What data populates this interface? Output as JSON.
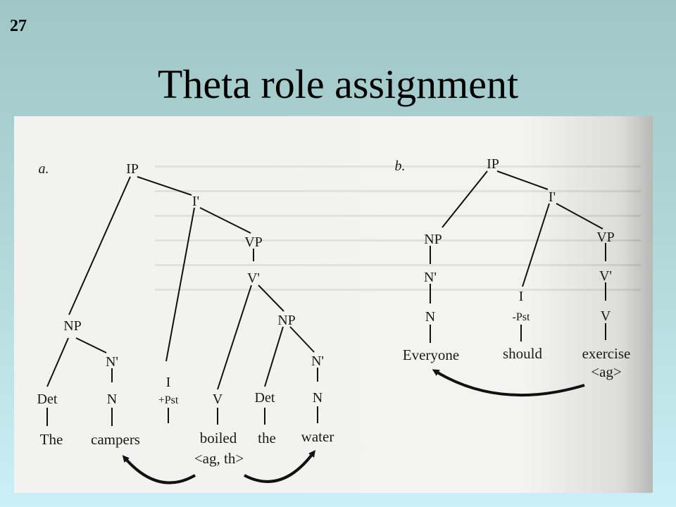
{
  "slide": {
    "number": "27",
    "title": "Theta role assignment"
  },
  "tree_a": {
    "label": "a.",
    "nodes": {
      "ip": "IP",
      "ibar": "I'",
      "vp": "VP",
      "vbar": "V'",
      "np_obj": "NP",
      "np_subj": "NP",
      "nbar_subj": "N'",
      "det_subj": "Det",
      "n_subj": "N",
      "i": "I",
      "infl": "+Pst",
      "v": "V",
      "det_obj": "Det",
      "nbar_obj": "N'",
      "n_obj": "N"
    },
    "words": [
      "The",
      "campers",
      "boiled",
      "the",
      "water"
    ],
    "theta_grid": "<ag, th>"
  },
  "tree_b": {
    "label": "b.",
    "nodes": {
      "ip": "IP",
      "ibar": "I'",
      "np": "NP",
      "nbar": "N'",
      "n": "N",
      "i": "I",
      "infl": "-Pst",
      "vp": "VP",
      "vbar": "V'",
      "v": "V"
    },
    "words": [
      "Everyone",
      "should",
      "exercise"
    ],
    "theta_grid": "<ag>"
  }
}
